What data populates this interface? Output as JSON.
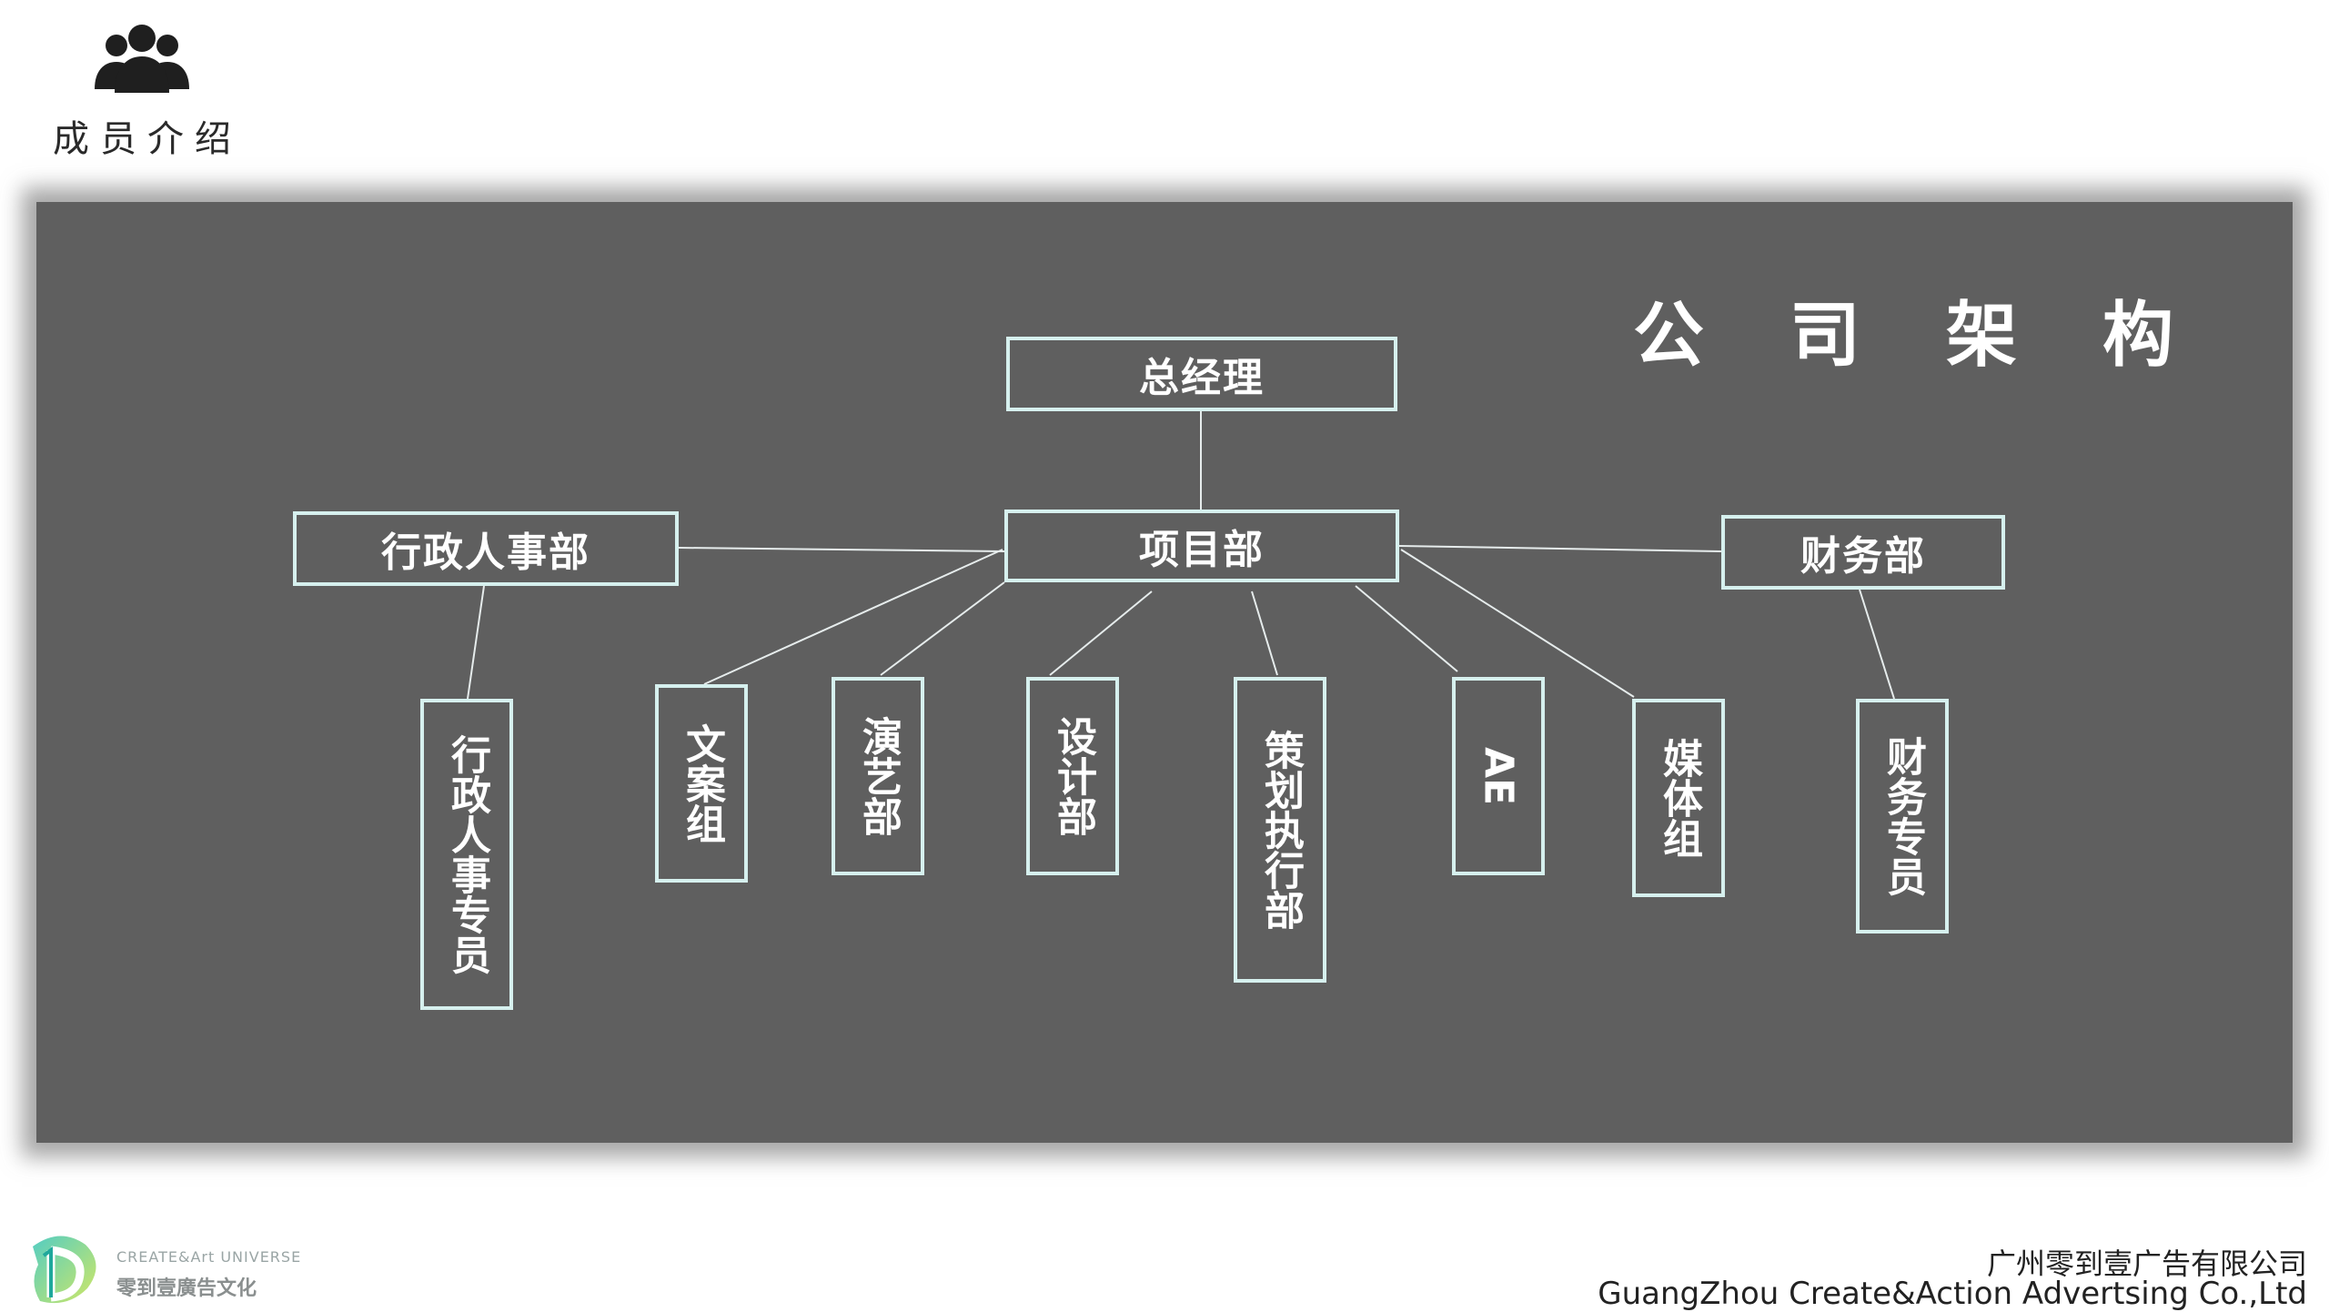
{
  "header": {
    "icon": "people-icon",
    "label": "成员介绍"
  },
  "panel": {
    "title_chars": [
      "公",
      "司",
      "架",
      "构"
    ]
  },
  "org": {
    "root": "总经理",
    "hub": "项目部",
    "admin": "行政人事部",
    "finance": "财务部",
    "admin_staff": "行政人事专员",
    "finance_staff": "财务专员",
    "departments": [
      "文案组",
      "演艺部",
      "设计部",
      "策划执行部",
      "AE",
      "媒体组"
    ]
  },
  "logo": {
    "tagline_en": "CREATE&Art UNIVERSE",
    "tagline_cn": "零到壹廣告文化"
  },
  "footer": {
    "company_cn": "广州零到壹广告有限公司",
    "company_en": "GuangZhou Create&Action Advertsing Co.,Ltd"
  },
  "colors": {
    "panel": "#5f5f5f",
    "box_border": "#d6f0ee",
    "connector": "#e6ecec"
  }
}
